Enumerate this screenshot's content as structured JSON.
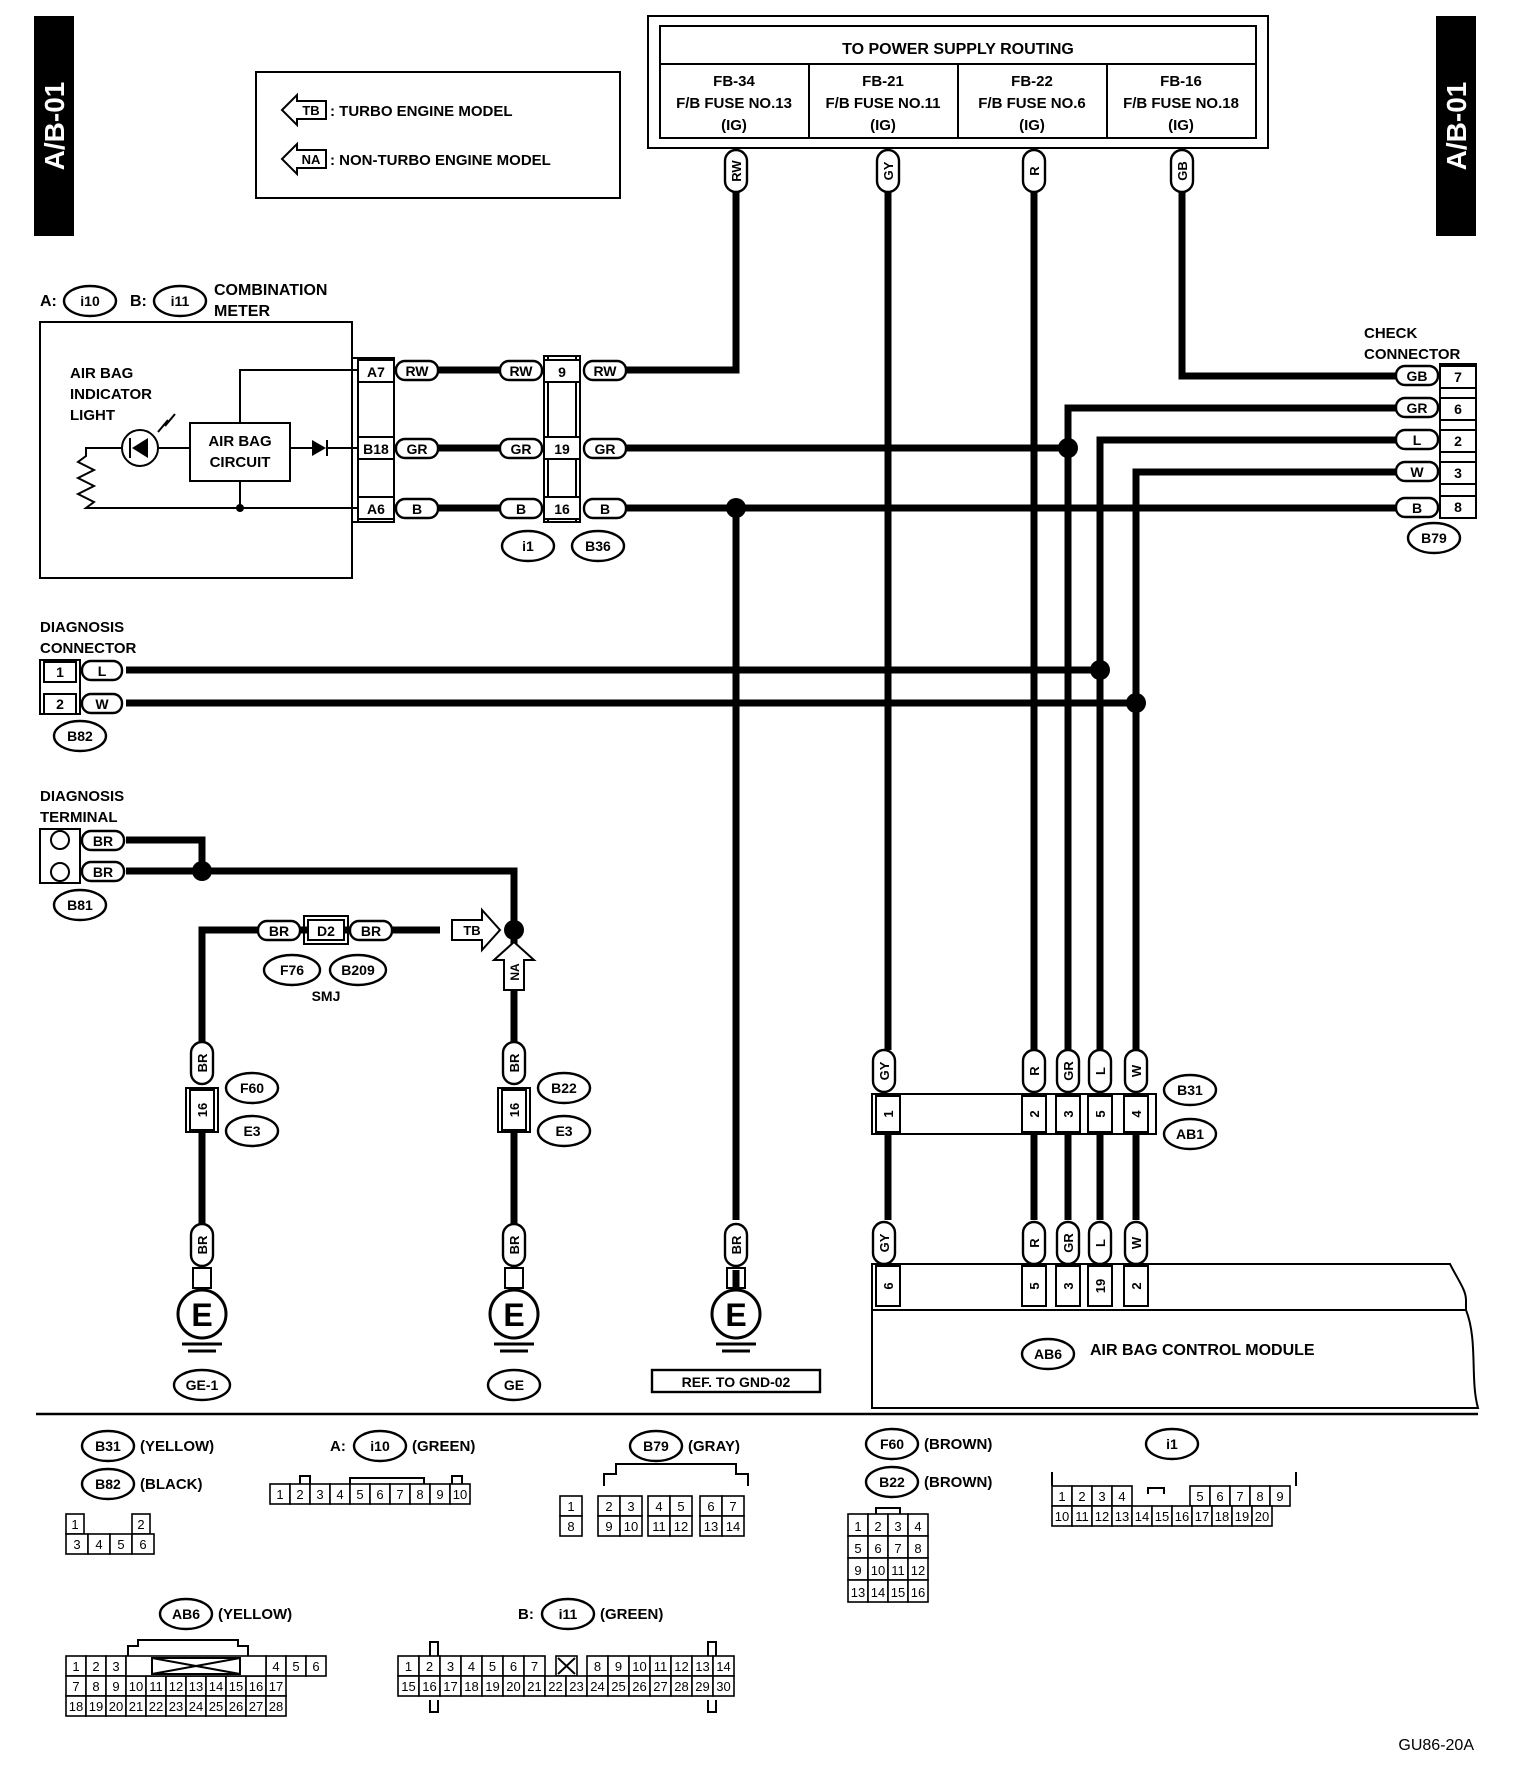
{
  "page_tag": "A/B-01",
  "legend": {
    "tb_symbol": "TB",
    "tb_text": ": TURBO ENGINE MODEL",
    "na_symbol": "NA",
    "na_text": ": NON-TURBO ENGINE MODEL"
  },
  "power_supply": {
    "title": "TO POWER SUPPLY ROUTING",
    "fuses": [
      {
        "id": "FB-34",
        "fuse": "F/B FUSE NO.13",
        "ign": "(IG)",
        "wire": "RW"
      },
      {
        "id": "FB-21",
        "fuse": "F/B FUSE NO.11",
        "ign": "(IG)",
        "wire": "GY"
      },
      {
        "id": "FB-22",
        "fuse": "F/B FUSE NO.6",
        "ign": "(IG)",
        "wire": "R"
      },
      {
        "id": "FB-16",
        "fuse": "F/B FUSE NO.18",
        "ign": "(IG)",
        "wire": "GB"
      }
    ]
  },
  "combination_meter": {
    "prefix_a": "A:",
    "conn_a": "i10",
    "prefix_b": "B:",
    "conn_b": "i11",
    "title_1": "COMBINATION",
    "title_2": "METER",
    "indicator_1": "AIR BAG",
    "indicator_2": "INDICATOR",
    "indicator_3": "LIGHT",
    "circuit_1": "AIR BAG",
    "circuit_2": "CIRCUIT",
    "pins": [
      {
        "pin": "A7",
        "wire": "RW"
      },
      {
        "pin": "B18",
        "wire": "GR"
      },
      {
        "pin": "A6",
        "wire": "B"
      }
    ]
  },
  "joint_connector": {
    "pins": [
      {
        "left": "RW",
        "pin": "9",
        "right": "RW"
      },
      {
        "left": "GR",
        "pin": "19",
        "right": "GR"
      },
      {
        "left": "B",
        "pin": "16",
        "right": "B"
      }
    ],
    "conn_left": "i1",
    "conn_right": "B36"
  },
  "check_connector": {
    "title_1": "CHECK",
    "title_2": "CONNECTOR",
    "pins": [
      {
        "wire": "GB",
        "pin": "7"
      },
      {
        "wire": "GR",
        "pin": "6"
      },
      {
        "wire": "L",
        "pin": "2"
      },
      {
        "wire": "W",
        "pin": "3"
      },
      {
        "wire": "B",
        "pin": "8"
      }
    ],
    "id": "B79"
  },
  "diagnosis_connector": {
    "title_1": "DIAGNOSIS",
    "title_2": "CONNECTOR",
    "pins": [
      {
        "pin": "1",
        "wire": "L"
      },
      {
        "pin": "2",
        "wire": "W"
      }
    ],
    "id": "B82"
  },
  "diagnosis_terminal": {
    "title_1": "DIAGNOSIS",
    "title_2": "TERMINAL",
    "wires": [
      "BR",
      "BR"
    ],
    "id": "B81"
  },
  "smj": {
    "left_wire": "BR",
    "pin": "D2",
    "right_wire": "BR",
    "conn_1": "F76",
    "conn_2": "B209",
    "label": "SMJ",
    "tb": "TB",
    "na": "NA"
  },
  "ground_left": {
    "wire_top": "BR",
    "pin": "16",
    "conn_1": "F60",
    "conn_2": "E3",
    "wire_bottom": "BR",
    "symbol": "E",
    "name": "GE-1"
  },
  "ground_mid": {
    "wire_top": "BR",
    "pin": "16",
    "conn_1": "B22",
    "conn_2": "E3",
    "wire_bottom": "BR",
    "symbol": "E",
    "name": "GE"
  },
  "ground_right": {
    "wire": "BR",
    "symbol": "E",
    "name": "REF. TO GND-02"
  },
  "b31_connector": {
    "pins": [
      {
        "wire": "GY",
        "pin": "1"
      },
      {
        "wire": "R",
        "pin": "2"
      },
      {
        "wire": "GR",
        "pin": "3"
      },
      {
        "wire": "L",
        "pin": "5"
      },
      {
        "wire": "W",
        "pin": "4"
      }
    ],
    "conn_1": "B31",
    "conn_2": "AB1"
  },
  "module": {
    "pins": [
      {
        "wire": "GY",
        "pin": "6"
      },
      {
        "wire": "R",
        "pin": "5"
      },
      {
        "wire": "GR",
        "pin": "3"
      },
      {
        "wire": "L",
        "pin": "19"
      },
      {
        "wire": "W",
        "pin": "2"
      }
    ],
    "id": "AB6",
    "name": "AIR BAG CONTROL MODULE"
  },
  "connector_views": {
    "b31": {
      "id": "B31",
      "color": "(YELLOW)"
    },
    "b82": {
      "id": "B82",
      "color": "(BLACK)"
    },
    "b31_pins": [
      "1",
      "2",
      "3",
      "4",
      "5",
      "6"
    ],
    "i10": {
      "prefix": "A:",
      "id": "i10",
      "color": "(GREEN)"
    },
    "i10_pins": [
      "1",
      "2",
      "3",
      "4",
      "5",
      "6",
      "7",
      "8",
      "9",
      "10"
    ],
    "b79": {
      "id": "B79",
      "color": "(GRAY)"
    },
    "b79_pins": [
      "1",
      "2",
      "3",
      "4",
      "5",
      "6",
      "7",
      "8",
      "9",
      "10",
      "11",
      "12",
      "13",
      "14"
    ],
    "f60": {
      "id": "F60",
      "color": "(BROWN)"
    },
    "b22": {
      "id": "B22",
      "color": "(BROWN)"
    },
    "f60_pins": [
      "1",
      "2",
      "3",
      "4",
      "5",
      "6",
      "7",
      "8",
      "9",
      "10",
      "11",
      "12",
      "13",
      "14",
      "15",
      "16"
    ],
    "i1": {
      "id": "i1"
    },
    "i1_pins": [
      "1",
      "2",
      "3",
      "4",
      "5",
      "6",
      "7",
      "8",
      "9",
      "10",
      "11",
      "12",
      "13",
      "14",
      "15",
      "16",
      "17",
      "18",
      "19",
      "20"
    ],
    "ab6": {
      "id": "AB6",
      "color": "(YELLOW)"
    },
    "ab6_pins": [
      "1",
      "2",
      "3",
      "4",
      "5",
      "6",
      "7",
      "8",
      "9",
      "10",
      "11",
      "12",
      "13",
      "14",
      "15",
      "16",
      "17",
      "18",
      "19",
      "20",
      "21",
      "22",
      "23",
      "24",
      "25",
      "26",
      "27",
      "28"
    ],
    "i11": {
      "prefix": "B:",
      "id": "i11",
      "color": "(GREEN)"
    },
    "i11_pins": [
      "1",
      "2",
      "3",
      "4",
      "5",
      "6",
      "7",
      "8",
      "9",
      "10",
      "11",
      "12",
      "13",
      "14",
      "15",
      "16",
      "17",
      "18",
      "19",
      "20",
      "21",
      "22",
      "23",
      "24",
      "25",
      "26",
      "27",
      "28",
      "29",
      "30"
    ]
  },
  "figure_code": "GU86-20A"
}
